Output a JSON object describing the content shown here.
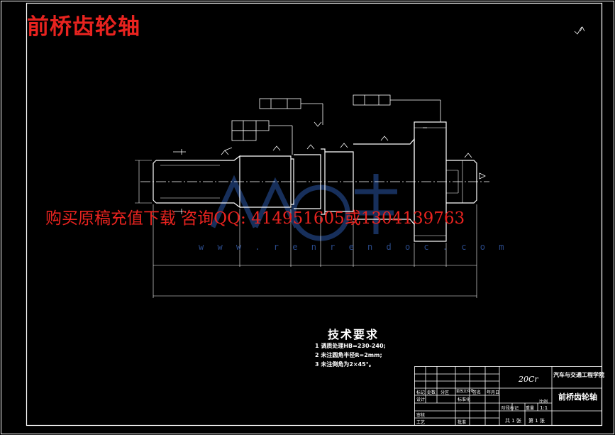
{
  "overlay": {
    "title": "前桥齿轮轴",
    "ad_text": "购买原稿充值下载 咨询QQ: 414951605或1304139763",
    "watermark_url": "w w w . r e n r e n d o c . c o m"
  },
  "drawing": {
    "tech_requirements_title": "技术要求",
    "tech_notes": [
      "1 调质处理HB=230-240;",
      "2 未注圆角半径R=2mm;",
      "3 未注倒角为2×45°。"
    ],
    "title_block": {
      "material": "20Cr",
      "school": "汽车与交通工程学院",
      "part_name": "前桥齿轮轴",
      "scale": "1:1",
      "sheet_total": "共 1 张",
      "sheet_no": "第 1 张",
      "labels": {
        "mark": "标记",
        "count": "处数",
        "zone": "分区",
        "change_doc": "更改文件号",
        "signature": "签名",
        "date": "年月日",
        "design": "设计",
        "standardize": "标准化",
        "stage_mark": "阶段标记",
        "weight": "重量",
        "ratio": "比例",
        "review": "审核",
        "process": "工艺",
        "approve": "批准"
      }
    }
  },
  "colors": {
    "background": "#000000",
    "lines": "#ffffff",
    "overlay_red": "#e8231f",
    "watermark_blue": "#1f3f7a"
  }
}
